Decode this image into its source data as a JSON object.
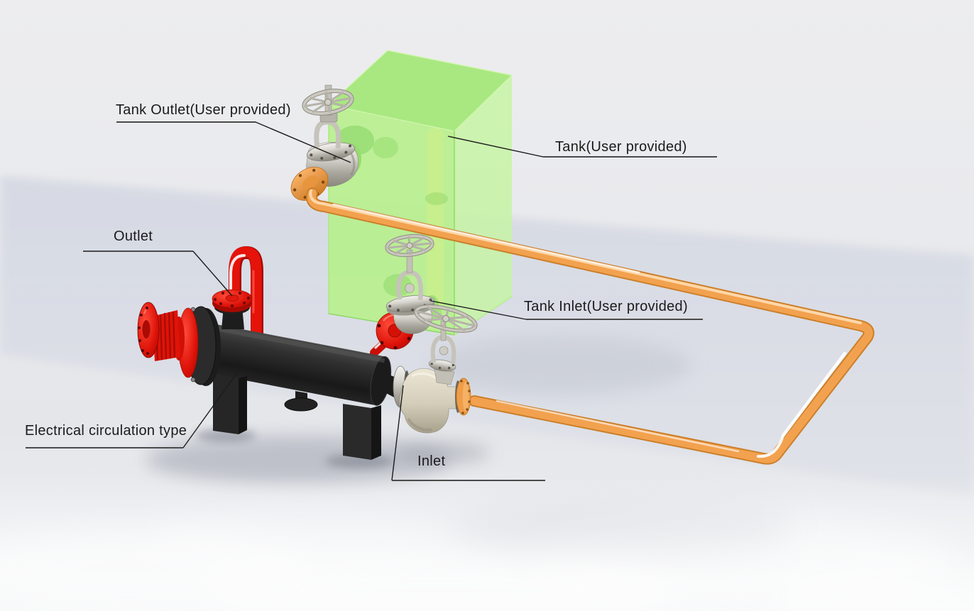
{
  "labels": {
    "tank_outlet": "Tank Outlet(User provided)",
    "tank": "Tank(User provided)",
    "outlet": "Outlet",
    "tank_inlet": "Tank Inlet(User provided)",
    "heater": "Electrical circulation type",
    "inlet": "Inlet"
  },
  "colors": {
    "background": "#ebecee",
    "floor_band": "#d5d9e2",
    "tank_green": "#b7f08c",
    "tank_green_top": "#a5e87a",
    "tank_green_right": "#c6f4a2",
    "pipe_orange": "#f2a24f",
    "flange_orange": "#ef9d48",
    "accent_red": "#e51309",
    "heater_black": "#262626",
    "steel": "#c9c6bd",
    "label_text": "#1b1b1b",
    "leader_line": "#1c1c1c"
  }
}
